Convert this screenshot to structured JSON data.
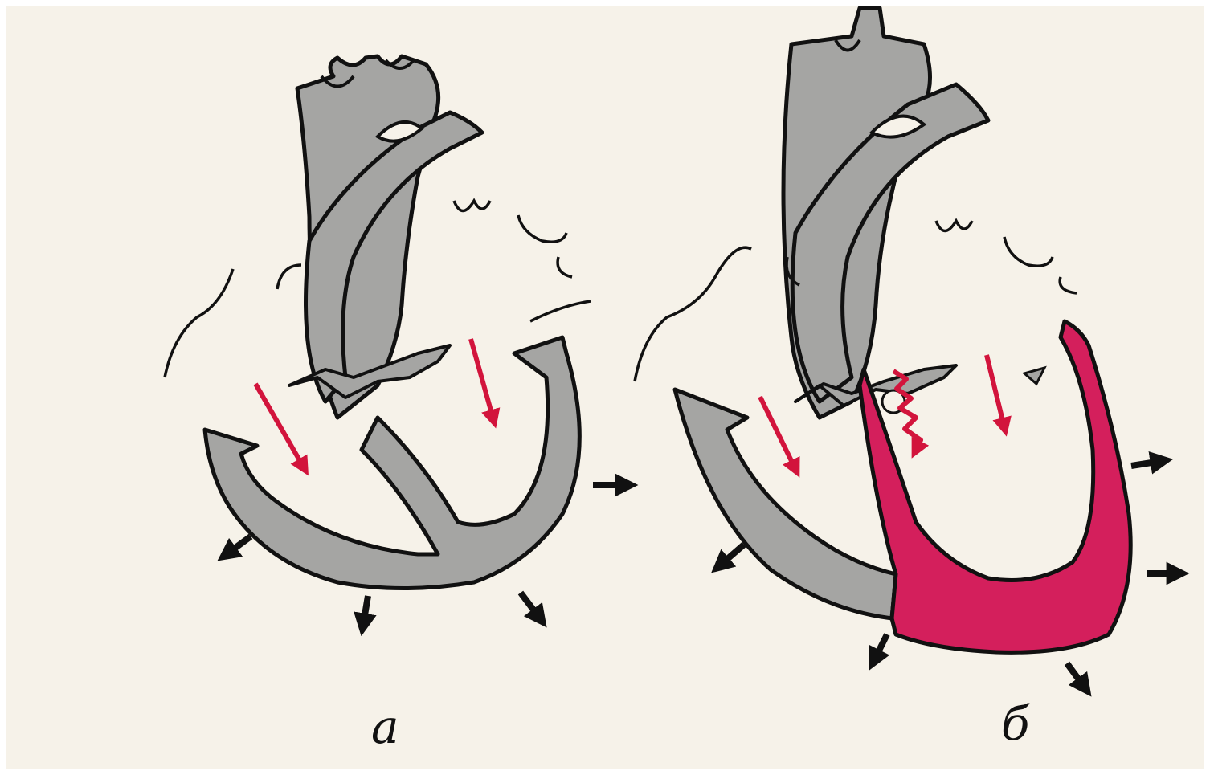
{
  "panels": [
    {
      "id": "a",
      "label": "а"
    },
    {
      "id": "b",
      "label": "б"
    }
  ],
  "colors": {
    "background": "#f6f2e9",
    "wall": "#a5a5a3",
    "outline": "#111111",
    "arrow_red": "#d2143c",
    "infarct": "#d41f5c",
    "arrow_black": "#111111"
  }
}
